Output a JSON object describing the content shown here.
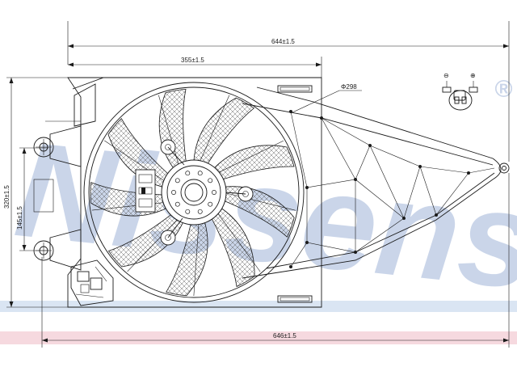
{
  "brand": {
    "watermark": "Nissens",
    "registered_mark": "®",
    "watermark_color": "#9fb4d8",
    "band_blue": "#bcd0ea",
    "band_pink": "#f2c9d2"
  },
  "dimensions": {
    "overall_top": "644±1.5",
    "inner_top": "355±1.5",
    "fan_diameter": "Φ298",
    "height_total": "320±1.5",
    "height_mounts": "145±1.5",
    "overall_bottom": "646±1.5"
  },
  "connector": {
    "pin_negative": "⊖",
    "pin_positive": "⊕"
  },
  "fan": {
    "blade_count": 9
  }
}
